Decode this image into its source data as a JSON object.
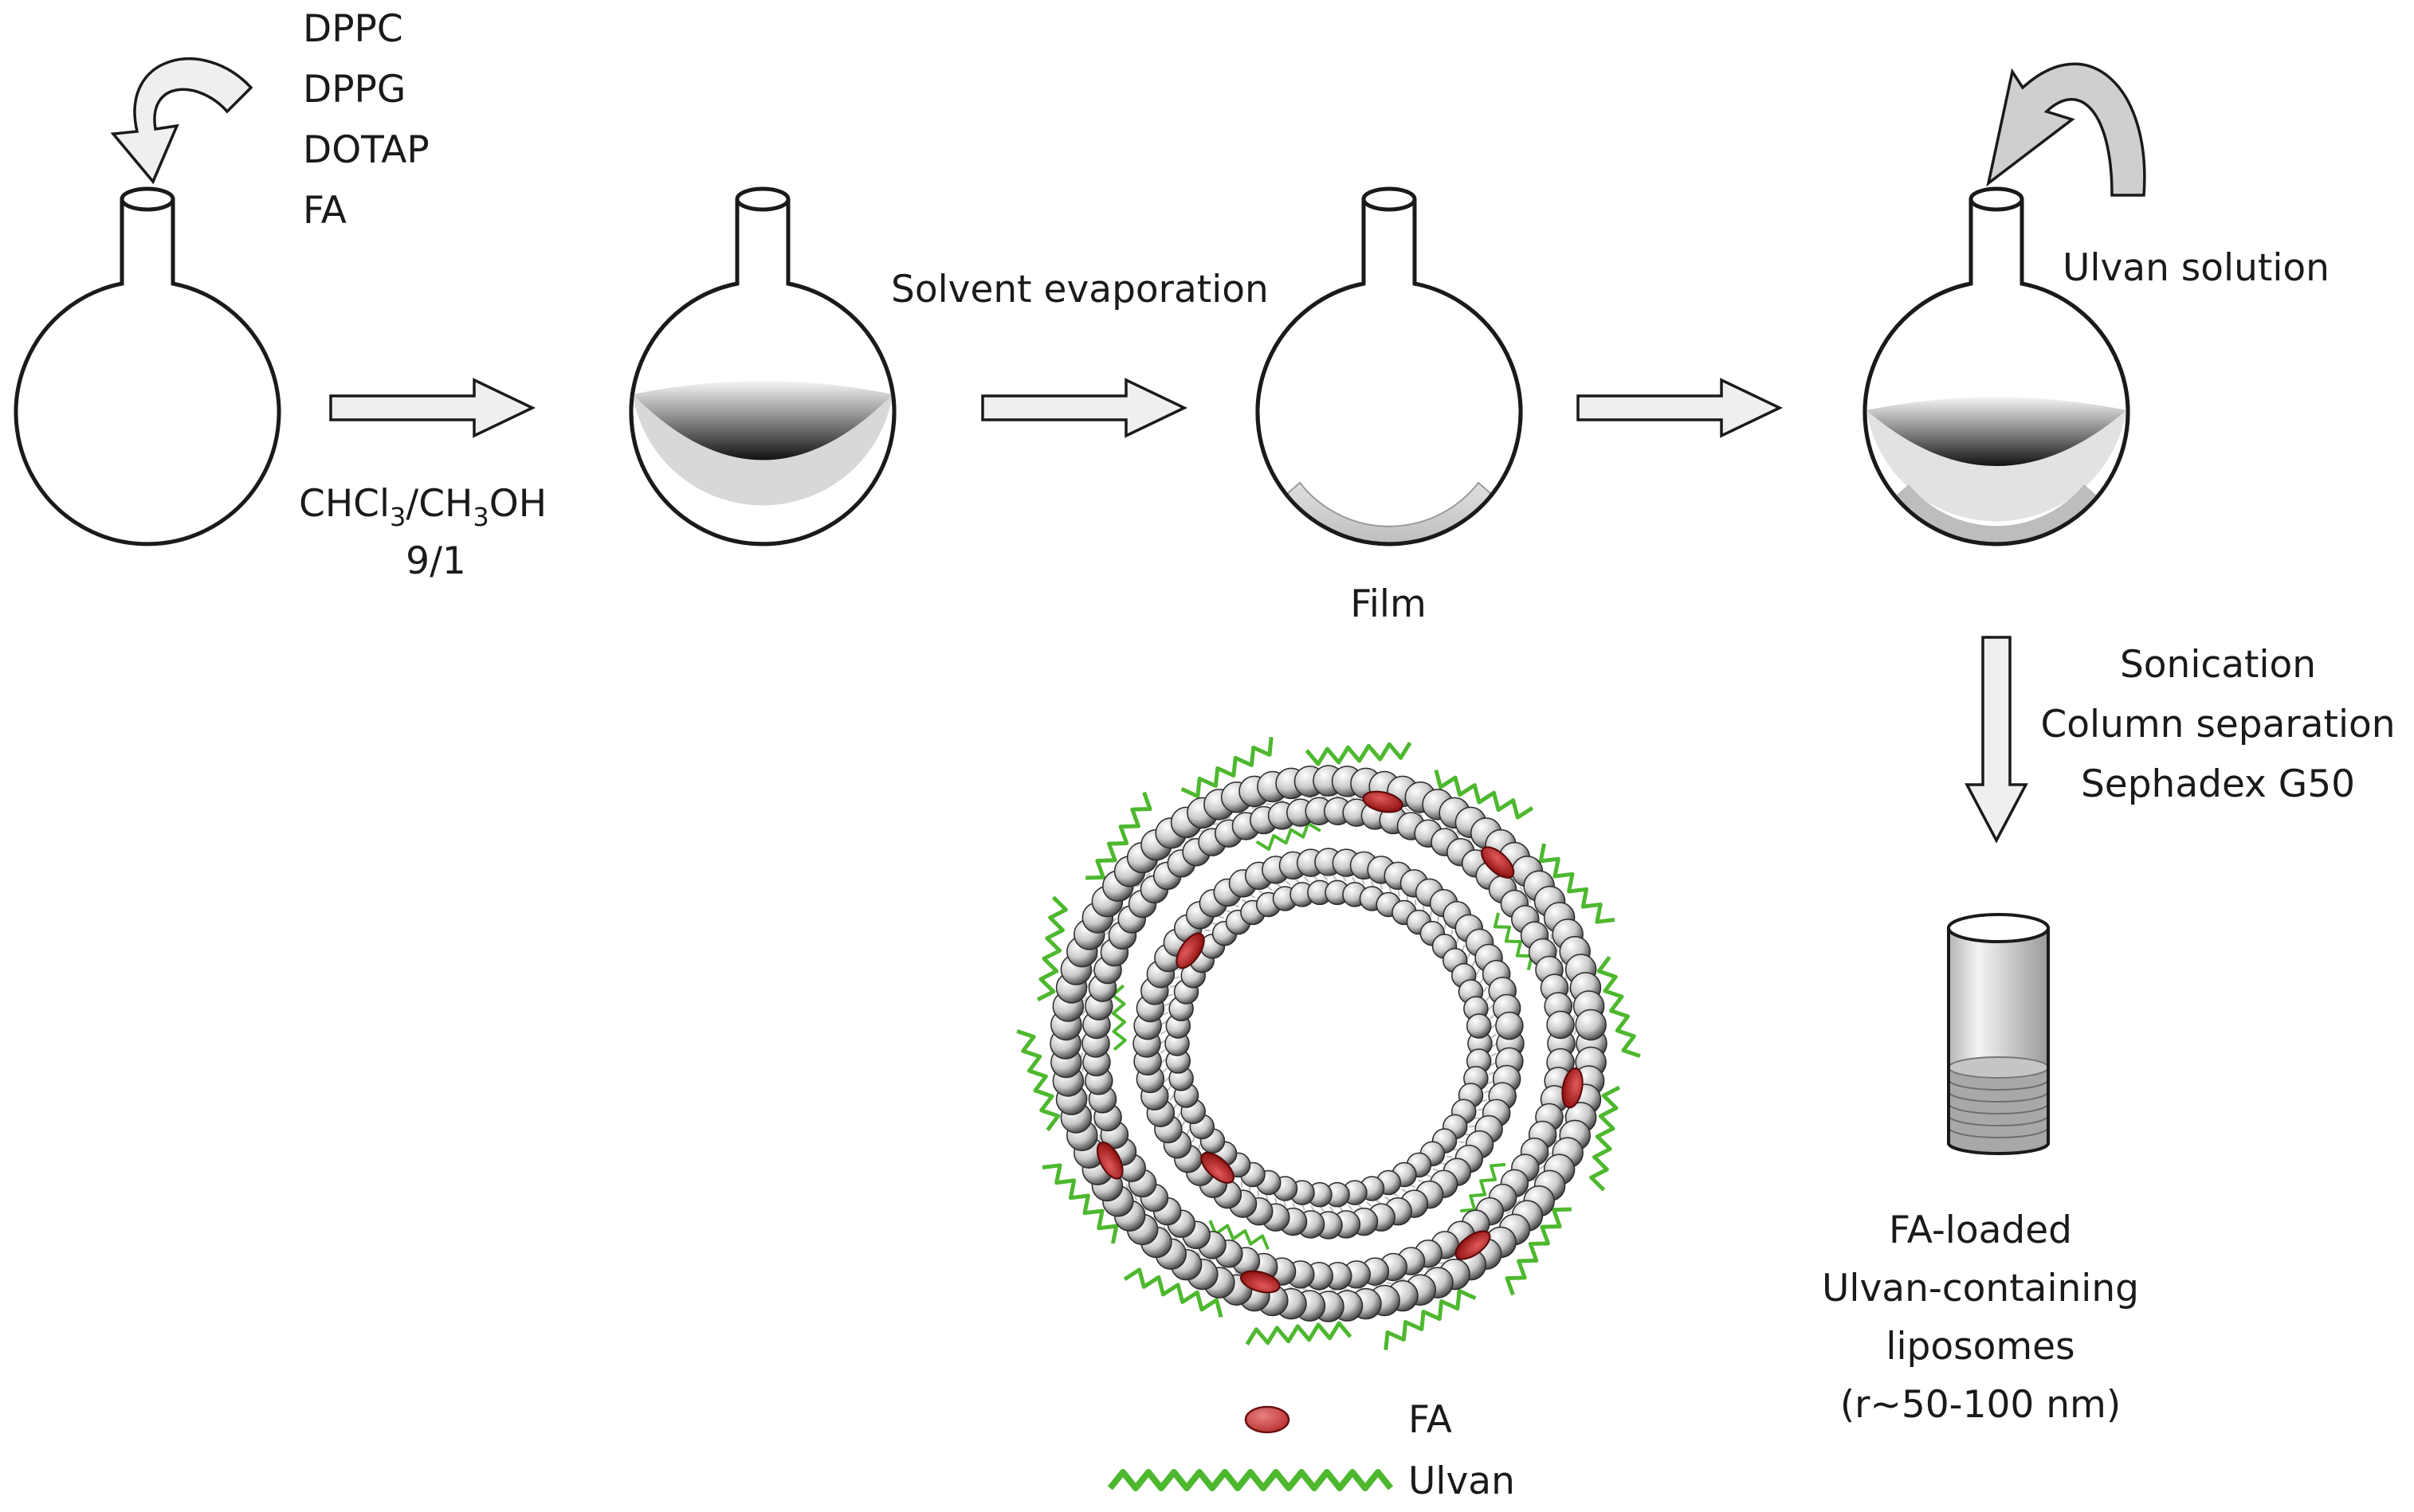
{
  "reagents": [
    "DPPC",
    "DPPG",
    "DOTAP",
    "FA"
  ],
  "solvent": {
    "formula_parts": [
      "CHCl",
      "3",
      "/CH",
      "3",
      "OH"
    ],
    "ratio": "9/1"
  },
  "steps": {
    "evaporation": "Solvent evaporation",
    "film": "Film",
    "ulvan_solution": "Ulvan solution",
    "purification": [
      "Sonication",
      "Column separation",
      "Sephadex G50"
    ]
  },
  "product": [
    "FA-loaded",
    "Ulvan-containing",
    "liposomes",
    "(r~50-100 nm)"
  ],
  "legend": {
    "fa": "FA",
    "ulvan": "Ulvan"
  },
  "colors": {
    "fa": "#b01515",
    "ulvan": "#4db82e",
    "lipid_head": "#c9c9c9",
    "arrow_fill": "#efefef"
  }
}
